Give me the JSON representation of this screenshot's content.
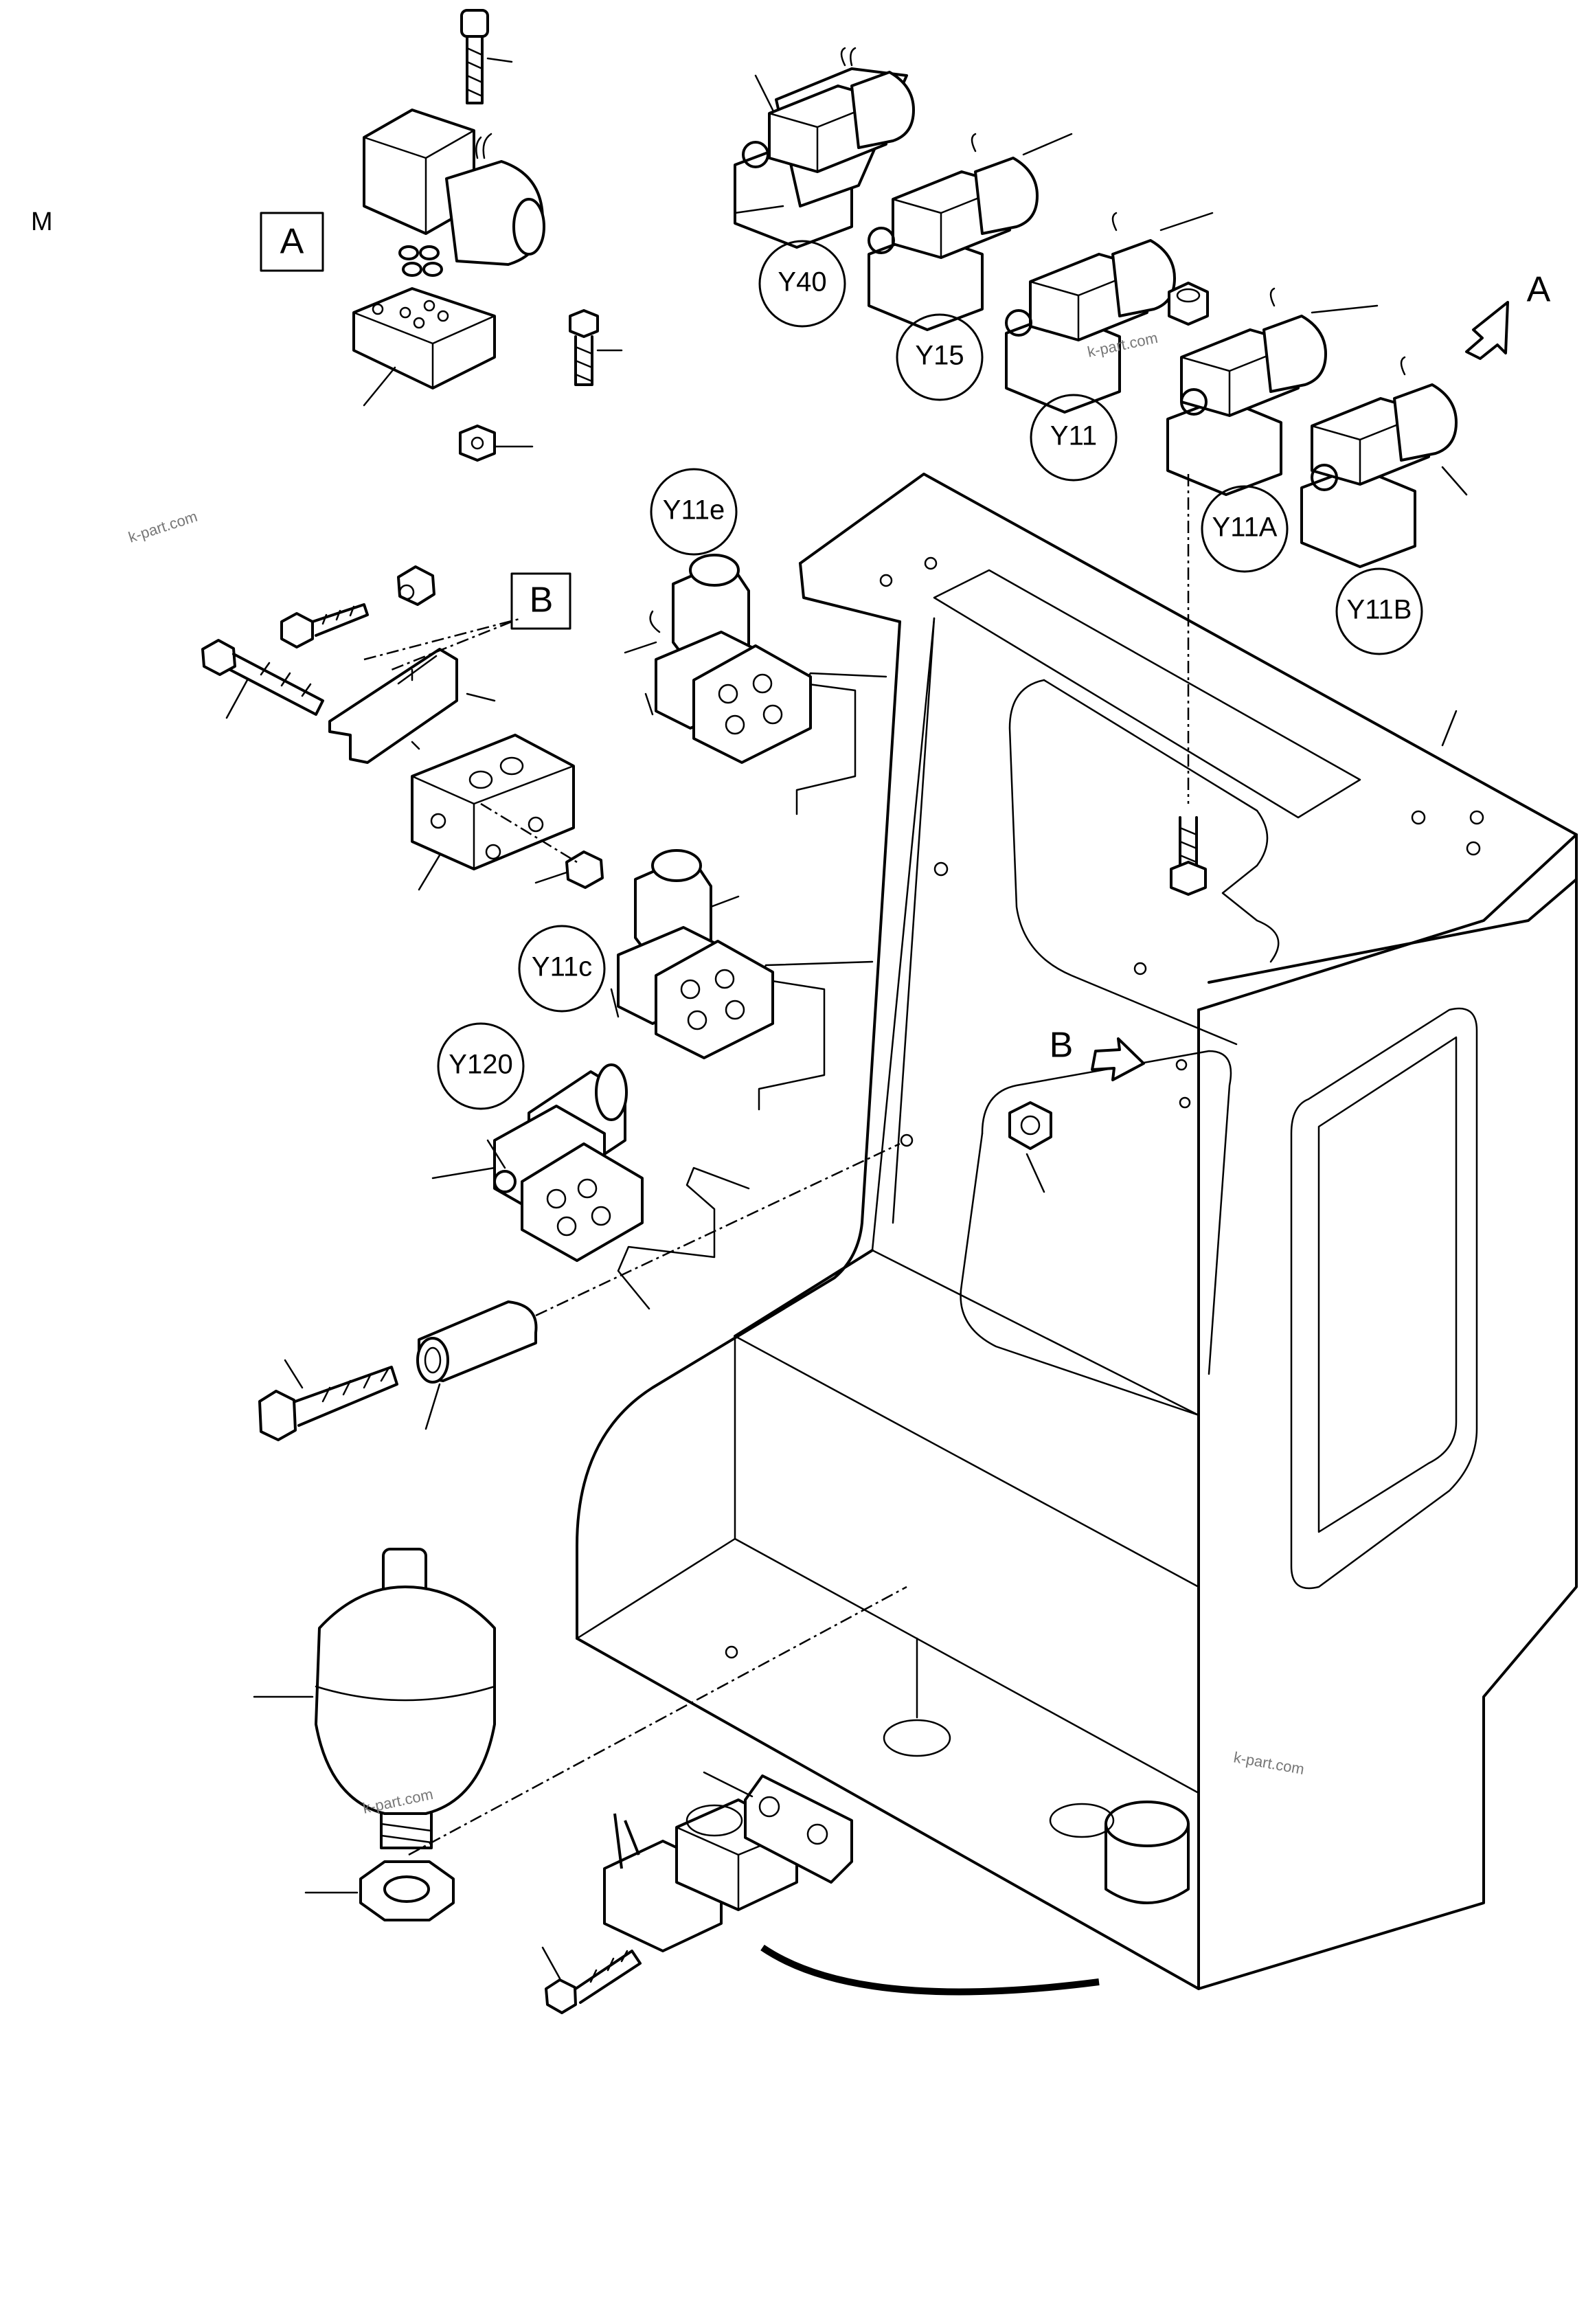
{
  "corner_letter": "M",
  "view_labels": {
    "a": "A",
    "b": "B"
  },
  "component_labels": {
    "y40": "Y40",
    "y15": "Y15",
    "y11": "Y11",
    "y11a": "Y11A",
    "y11b": "Y11B",
    "y11e": "Y11e",
    "y11c": "Y11c",
    "y120": "Y120"
  },
  "watermark": "k-part.com"
}
